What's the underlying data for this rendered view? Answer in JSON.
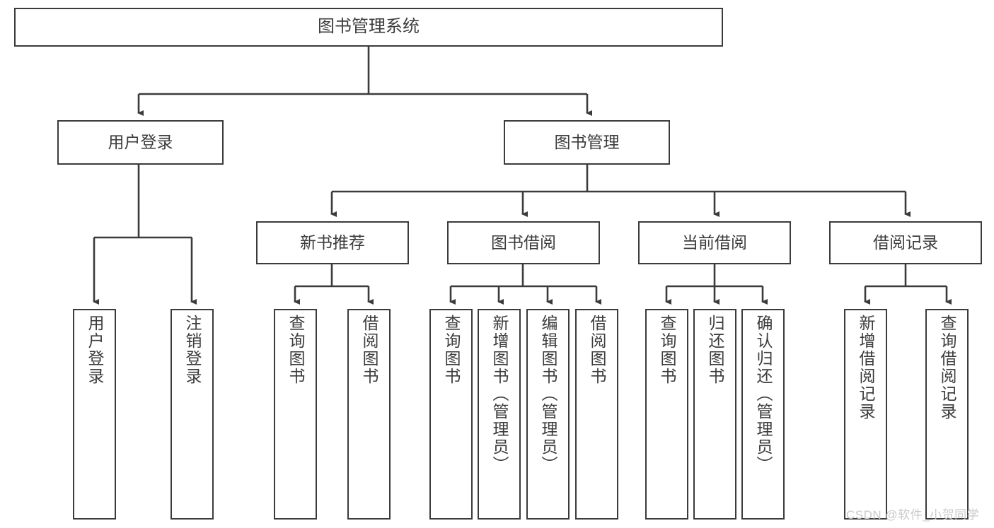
{
  "diagram": {
    "type": "tree-hierarchy",
    "title": "图书管理系统",
    "watermark": "CSDN @软件_小贺同学",
    "colors": {
      "background": "#ffffff",
      "node_border": "#3b3b3b",
      "node_fill": "#ffffff",
      "text": "#3c3c3c",
      "connector": "#3b3b3b",
      "watermark": "#c9c9c9"
    },
    "nodes": {
      "root": {
        "label": "图书管理系统",
        "level": 0
      },
      "level1": [
        {
          "id": "user-login",
          "label": "用户登录"
        },
        {
          "id": "book-manage",
          "label": "图书管理"
        }
      ],
      "level2": [
        {
          "id": "new-book-recommend",
          "label": "新书推荐",
          "parent": "book-manage"
        },
        {
          "id": "book-borrow",
          "label": "图书借阅",
          "parent": "book-manage"
        },
        {
          "id": "current-borrow",
          "label": "当前借阅",
          "parent": "book-manage"
        },
        {
          "id": "borrow-record",
          "label": "借阅记录",
          "parent": "book-manage"
        }
      ],
      "leaves": [
        {
          "id": "leaf-user-login",
          "label": "用户登录",
          "parent": "user-login"
        },
        {
          "id": "leaf-logout-login",
          "label": "注销登录",
          "parent": "user-login"
        },
        {
          "id": "leaf-query-book-1",
          "label": "查询图书",
          "parent": "new-book-recommend"
        },
        {
          "id": "leaf-borrow-book-1",
          "label": "借阅图书",
          "parent": "new-book-recommend"
        },
        {
          "id": "leaf-query-book-2",
          "label": "查询图书",
          "parent": "book-borrow"
        },
        {
          "id": "leaf-add-book",
          "label": "新增图书（管理员）",
          "parent": "book-borrow"
        },
        {
          "id": "leaf-edit-book",
          "label": "编辑图书（管理员）",
          "parent": "book-borrow"
        },
        {
          "id": "leaf-borrow-book-2",
          "label": "借阅图书",
          "parent": "book-borrow"
        },
        {
          "id": "leaf-query-book-3",
          "label": "查询图书",
          "parent": "current-borrow"
        },
        {
          "id": "leaf-return-book",
          "label": "归还图书",
          "parent": "current-borrow"
        },
        {
          "id": "leaf-confirm-return",
          "label": "确认归还（管理员）",
          "parent": "current-borrow"
        },
        {
          "id": "leaf-add-record",
          "label": "新增借阅记录",
          "parent": "borrow-record"
        },
        {
          "id": "leaf-query-record",
          "label": "查询借阅记录",
          "parent": "borrow-record"
        }
      ]
    }
  }
}
